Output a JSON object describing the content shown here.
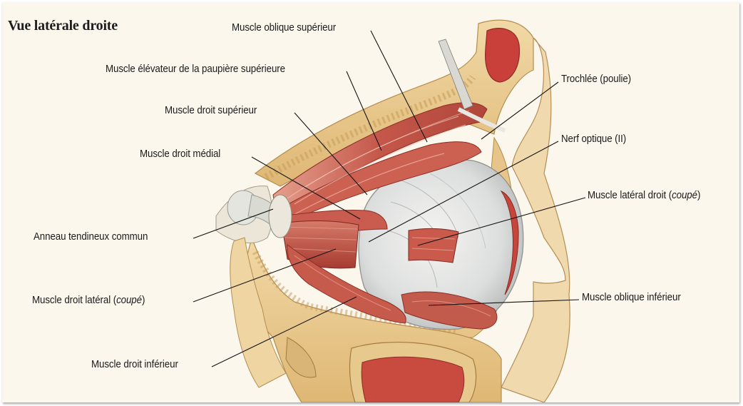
{
  "figure": {
    "title": "Vue latérale droite"
  },
  "labels": {
    "oblique_superieur": "Muscle oblique supérieur",
    "elevateur_paupiere": "Muscle élévateur de la paupière supérieure",
    "droit_superieur": "Muscle droit supérieur",
    "droit_medial": "Muscle droit médial",
    "anneau_tendineux": "Anneau tendineux commun",
    "droit_lateral_prefix": "Muscle droit latéral (",
    "droit_lateral_italic": "coupé",
    "droit_lateral_suffix": ")",
    "droit_inferieur": "Muscle droit inférieur",
    "trochlee": "Trochlée (poulie)",
    "nerf_optique": "Nerf optique (II)",
    "lateral_droit_prefix": "Muscle latéral droit (",
    "lateral_droit_italic": "coupé",
    "lateral_droit_suffix": ")",
    "oblique_inferieur": "Muscle oblique inférieur"
  }
}
